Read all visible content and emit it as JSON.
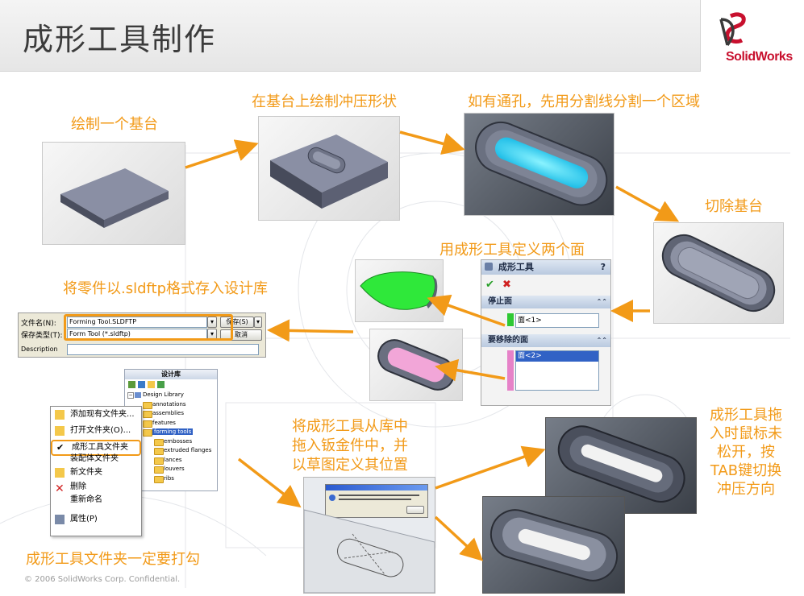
{
  "title": "成形工具制作",
  "logo": {
    "text": "SolidWorks",
    "color": "#c8102e"
  },
  "accent_color": "#f29a18",
  "captions": {
    "step1": "绘制一个基台",
    "step2": "在基台上绘制冲压形状",
    "step3": "如有通孔，先用分割线分割一个区域",
    "step4": "切除基台",
    "step5": "用成形工具定义两个面",
    "step6": "将零件以.sldftp格式存入设计库",
    "step7_line1": "将成形工具从库中",
    "step7_line2": "拖入钣金件中，并",
    "step7_line3": "以草图定义其位置",
    "step8_line1": "成形工具拖",
    "step8_line2": "入时鼠标未",
    "step8_line3": "松开，按",
    "step8_line4": "TAB键切换",
    "step8_line5": "冲压方向",
    "step9": "成形工具文件夹一定要打勾"
  },
  "property_manager": {
    "title": "成形工具",
    "help": "?",
    "ok": "✔",
    "cancel": "✖",
    "section_stop": "停止面",
    "stop_face": "面<1>",
    "section_remove": "要移除的面",
    "remove_face": "面<2>",
    "collapse": "⌃⌃"
  },
  "save_dialog": {
    "filename_label": "文件名(N):",
    "filename_value": "Forming  Tool.SLDFTP",
    "filetype_label": "保存类型(T):",
    "filetype_value": "Form Tool (*.sldftp)",
    "description_label": "Description",
    "save_button": "保存(S)",
    "cancel_button": "取消"
  },
  "design_library": {
    "title": "设计库",
    "root": "Design Library",
    "folders": [
      "annotations",
      "assemblies",
      "features",
      "forming tools",
      "embosses",
      "extruded flanges",
      "lances",
      "louvers",
      "ribs"
    ],
    "selected": "forming tools"
  },
  "context_menu": {
    "items": [
      {
        "label": "添加现有文件夹..."
      },
      {
        "label": "打开文件夹(O)..."
      },
      {
        "label": "成形工具文件夹",
        "checked": true
      },
      {
        "label": "装配体文件夹"
      },
      {
        "label": "新文件夹"
      },
      {
        "label": "删除"
      },
      {
        "label": "重新命名"
      },
      {
        "label": "属性(P)"
      }
    ]
  },
  "footer": "© 2006 SolidWorks Corp. Confidential."
}
